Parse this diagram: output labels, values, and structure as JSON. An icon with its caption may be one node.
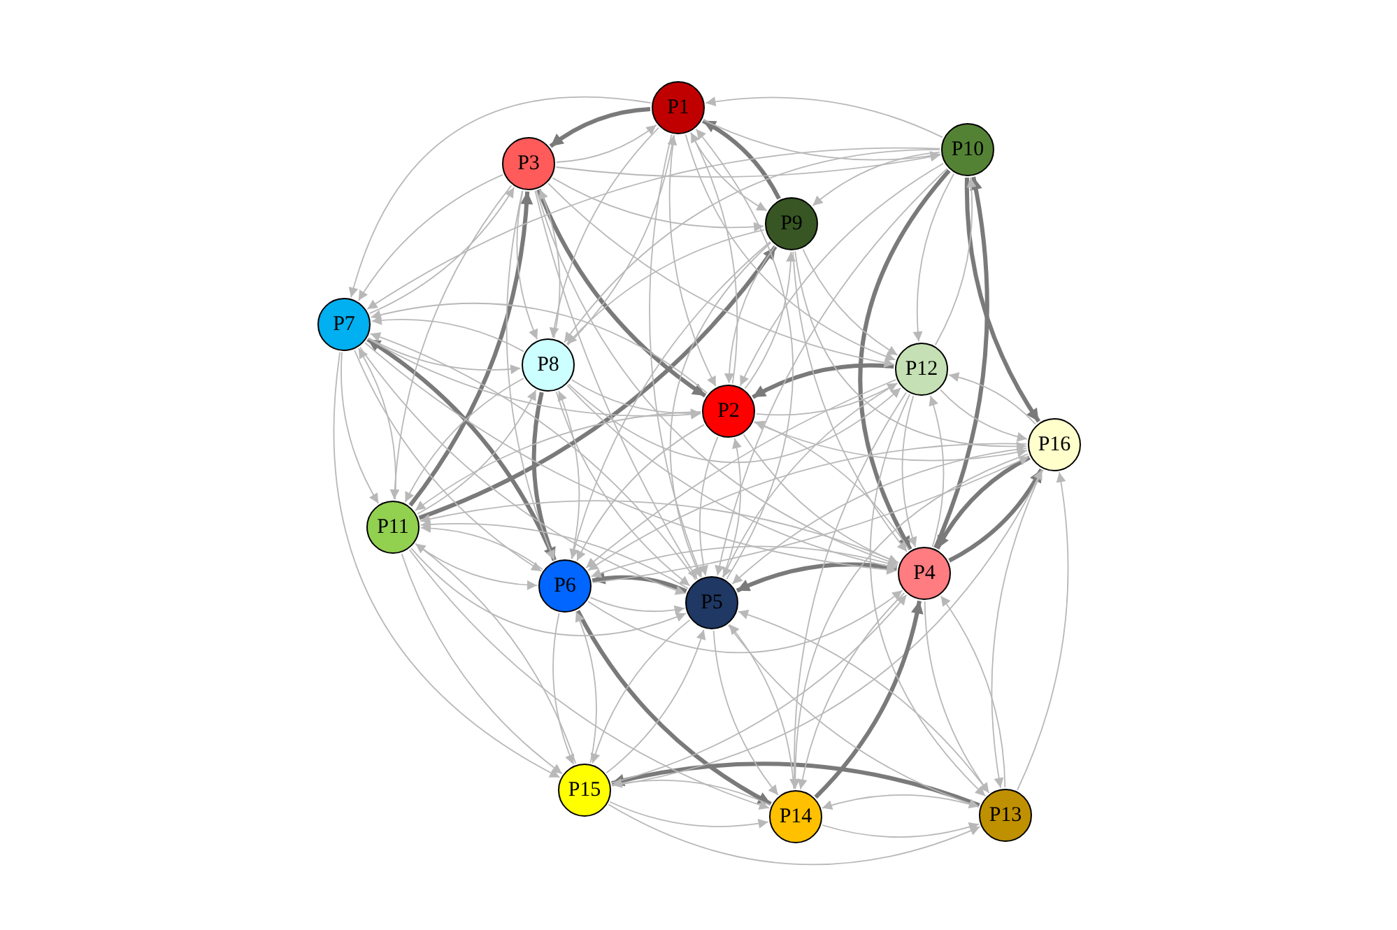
{
  "diagram": {
    "nodes": [
      {
        "text": [
          "P1"
        ]
      },
      {
        "text": [
          "P2"
        ]
      },
      {
        "text": [
          "P3"
        ]
      },
      {
        "text": [
          "P4"
        ]
      },
      {
        "text": [
          "P5"
        ]
      },
      {
        "text": [
          "P6"
        ]
      },
      {
        "text": [
          "P7"
        ]
      },
      {
        "text": [
          "P8"
        ]
      },
      {
        "text": [
          "P9"
        ]
      },
      {
        "text": [
          "P10"
        ]
      },
      {
        "text": [
          "P11"
        ]
      },
      {
        "text": [
          "P12"
        ]
      },
      {
        "text": [
          "P13"
        ]
      },
      {
        "text": [
          "P14"
        ]
      },
      {
        "text": [
          "P15"
        ]
      },
      {
        "text": [
          "P16"
        ]
      }
    ],
    "edges": [
      {
        "from": 3,
        "to": 4,
        "arrow": "to",
        "style": "thick"
      },
      {
        "from": 4,
        "to": 5,
        "arrow": "to",
        "style": "thick"
      },
      {
        "from": 5,
        "to": 4,
        "arrow": "to"
      },
      {
        "from": 3,
        "to": 9,
        "arrow": "to",
        "style": "thick"
      },
      {
        "from": 9,
        "to": 3,
        "arrow": "to",
        "style": "thick"
      },
      {
        "from": 3,
        "to": 15,
        "arrow": "to",
        "style": "thick"
      },
      {
        "from": 15,
        "to": 3,
        "arrow": "to",
        "style": "thick"
      },
      {
        "from": 11,
        "to": 1,
        "arrow": "to",
        "style": "thick"
      },
      {
        "from": 1,
        "to": 11,
        "arrow": "to"
      },
      {
        "from": 5,
        "to": 6,
        "arrow": "to",
        "style": "thick"
      },
      {
        "from": 7,
        "to": 5,
        "arrow": "to",
        "style": "thick"
      },
      {
        "from": 5,
        "to": 7,
        "arrow": "to"
      },
      {
        "from": 2,
        "to": 1,
        "arrow": "to",
        "style": "thick"
      },
      {
        "from": 2,
        "to": 3,
        "arrow": "to"
      },
      {
        "from": 12,
        "to": 14,
        "arrow": "to",
        "style": "thick"
      },
      {
        "from": 14,
        "to": 12,
        "arrow": "to"
      },
      {
        "from": 8,
        "to": 0,
        "arrow": "to",
        "style": "thick"
      },
      {
        "from": 0,
        "to": 2,
        "arrow": "to",
        "style": "thick"
      },
      {
        "from": 2,
        "to": 0,
        "arrow": "to"
      },
      {
        "from": 10,
        "to": 8,
        "arrow": "to",
        "style": "thick"
      },
      {
        "from": 9,
        "to": 15,
        "arrow": "to",
        "style": "thick"
      },
      {
        "from": 11,
        "to": 9,
        "arrow": "to"
      },
      {
        "from": 9,
        "to": 11,
        "arrow": "to"
      },
      {
        "from": 5,
        "to": 13,
        "arrow": "to",
        "style": "thick"
      },
      {
        "from": 14,
        "to": 15,
        "arrow": "to"
      },
      {
        "from": 14,
        "to": 3,
        "arrow": "to"
      },
      {
        "from": 13,
        "to": 3,
        "arrow": "to",
        "style": "thick"
      },
      {
        "from": 10,
        "to": 2,
        "arrow": "to",
        "style": "thick"
      },
      {
        "from": 6,
        "to": 7,
        "arrow": "to"
      },
      {
        "from": 7,
        "to": 6,
        "arrow": "to"
      },
      {
        "from": 6,
        "to": 2,
        "arrow": "to"
      },
      {
        "from": 2,
        "to": 6,
        "arrow": "to"
      },
      {
        "from": 2,
        "to": 7,
        "arrow": "to"
      },
      {
        "from": 7,
        "to": 2,
        "arrow": "to"
      },
      {
        "from": 0,
        "to": 8,
        "arrow": "to"
      },
      {
        "from": 0,
        "to": 1,
        "arrow": "to"
      },
      {
        "from": 1,
        "to": 0,
        "arrow": "to"
      },
      {
        "from": 0,
        "to": 9,
        "arrow": "to"
      },
      {
        "from": 9,
        "to": 0,
        "arrow": "to"
      },
      {
        "from": 0,
        "to": 7,
        "arrow": "to"
      },
      {
        "from": 7,
        "to": 0,
        "arrow": "to"
      },
      {
        "from": 0,
        "to": 6,
        "arrow": "to"
      },
      {
        "from": 0,
        "to": 4,
        "arrow": "to"
      },
      {
        "from": 4,
        "to": 0,
        "arrow": "to"
      },
      {
        "from": 0,
        "to": 11,
        "arrow": "to"
      },
      {
        "from": 2,
        "to": 8,
        "arrow": "to"
      },
      {
        "from": 2,
        "to": 9,
        "arrow": "to"
      },
      {
        "from": 2,
        "to": 4,
        "arrow": "to"
      },
      {
        "from": 2,
        "to": 5,
        "arrow": "to"
      },
      {
        "from": 8,
        "to": 1,
        "arrow": "to"
      },
      {
        "from": 1,
        "to": 8,
        "arrow": "to"
      },
      {
        "from": 8,
        "to": 11,
        "arrow": "to"
      },
      {
        "from": 8,
        "to": 7,
        "arrow": "to"
      },
      {
        "from": 8,
        "to": 4,
        "arrow": "to"
      },
      {
        "from": 8,
        "to": 5,
        "arrow": "to"
      },
      {
        "from": 8,
        "to": 3,
        "arrow": "to"
      },
      {
        "from": 8,
        "to": 15,
        "arrow": "to"
      },
      {
        "from": 9,
        "to": 1,
        "arrow": "to"
      },
      {
        "from": 9,
        "to": 4,
        "arrow": "to"
      },
      {
        "from": 9,
        "to": 8,
        "arrow": "to"
      },
      {
        "from": 6,
        "to": 10,
        "arrow": "to"
      },
      {
        "from": 10,
        "to": 6,
        "arrow": "to"
      },
      {
        "from": 6,
        "to": 5,
        "arrow": "to"
      },
      {
        "from": 6,
        "to": 14,
        "arrow": "to"
      },
      {
        "from": 6,
        "to": 1,
        "arrow": "to"
      },
      {
        "from": 1,
        "to": 6,
        "arrow": "to"
      },
      {
        "from": 7,
        "to": 1,
        "arrow": "to"
      },
      {
        "from": 7,
        "to": 4,
        "arrow": "to"
      },
      {
        "from": 7,
        "to": 10,
        "arrow": "to"
      },
      {
        "from": 10,
        "to": 7,
        "arrow": "to"
      },
      {
        "from": 7,
        "to": 11,
        "arrow": "to"
      },
      {
        "from": 7,
        "to": 3,
        "arrow": "to"
      },
      {
        "from": 1,
        "to": 5,
        "arrow": "to"
      },
      {
        "from": 1,
        "to": 4,
        "arrow": "to"
      },
      {
        "from": 4,
        "to": 1,
        "arrow": "to"
      },
      {
        "from": 1,
        "to": 15,
        "arrow": "to"
      },
      {
        "from": 1,
        "to": 3,
        "arrow": "to"
      },
      {
        "from": 3,
        "to": 1,
        "arrow": "to"
      },
      {
        "from": 1,
        "to": 10,
        "arrow": "to"
      },
      {
        "from": 11,
        "to": 15,
        "arrow": "to"
      },
      {
        "from": 15,
        "to": 11,
        "arrow": "to"
      },
      {
        "from": 11,
        "to": 3,
        "arrow": "to"
      },
      {
        "from": 3,
        "to": 11,
        "arrow": "to"
      },
      {
        "from": 11,
        "to": 4,
        "arrow": "to"
      },
      {
        "from": 11,
        "to": 5,
        "arrow": "to"
      },
      {
        "from": 11,
        "to": 13,
        "arrow": "to"
      },
      {
        "from": 11,
        "to": 12,
        "arrow": "to"
      },
      {
        "from": 15,
        "to": 4,
        "arrow": "to"
      },
      {
        "from": 15,
        "to": 12,
        "arrow": "to"
      },
      {
        "from": 12,
        "to": 15,
        "arrow": "to"
      },
      {
        "from": 15,
        "to": 13,
        "arrow": "to"
      },
      {
        "from": 15,
        "to": 5,
        "arrow": "to"
      },
      {
        "from": 10,
        "to": 5,
        "arrow": "to"
      },
      {
        "from": 5,
        "to": 10,
        "arrow": "to"
      },
      {
        "from": 10,
        "to": 14,
        "arrow": "to"
      },
      {
        "from": 14,
        "to": 10,
        "arrow": "to"
      },
      {
        "from": 10,
        "to": 4,
        "arrow": "to"
      },
      {
        "from": 10,
        "to": 13,
        "arrow": "to"
      },
      {
        "from": 5,
        "to": 14,
        "arrow": "to"
      },
      {
        "from": 14,
        "to": 5,
        "arrow": "to"
      },
      {
        "from": 5,
        "to": 3,
        "arrow": "to"
      },
      {
        "from": 3,
        "to": 5,
        "arrow": "to"
      },
      {
        "from": 4,
        "to": 14,
        "arrow": "to"
      },
      {
        "from": 14,
        "to": 4,
        "arrow": "to"
      },
      {
        "from": 4,
        "to": 13,
        "arrow": "to"
      },
      {
        "from": 13,
        "to": 4,
        "arrow": "to"
      },
      {
        "from": 4,
        "to": 12,
        "arrow": "to"
      },
      {
        "from": 3,
        "to": 12,
        "arrow": "to"
      },
      {
        "from": 12,
        "to": 3,
        "arrow": "to"
      },
      {
        "from": 3,
        "to": 13,
        "arrow": "to"
      },
      {
        "from": 13,
        "to": 14,
        "arrow": "to"
      },
      {
        "from": 14,
        "to": 13,
        "arrow": "to"
      },
      {
        "from": 13,
        "to": 12,
        "arrow": "to"
      },
      {
        "from": 12,
        "to": 13,
        "arrow": "to"
      },
      {
        "from": 12,
        "to": 4,
        "arrow": "to"
      },
      {
        "from": 5,
        "to": 15,
        "arrow": "to"
      },
      {
        "from": 3,
        "to": 10,
        "arrow": "to"
      },
      {
        "from": 4,
        "to": 10,
        "arrow": "to"
      },
      {
        "from": 6,
        "to": 4,
        "arrow": "to"
      },
      {
        "from": 4,
        "to": 6,
        "arrow": "to"
      },
      {
        "from": 6,
        "to": 3,
        "arrow": "to"
      },
      {
        "from": 9,
        "to": 7,
        "arrow": "to"
      },
      {
        "from": 9,
        "to": 6,
        "arrow": "to"
      },
      {
        "from": 2,
        "to": 11,
        "arrow": "to"
      },
      {
        "from": 2,
        "to": 10,
        "arrow": "to"
      }
    ]
  }
}
